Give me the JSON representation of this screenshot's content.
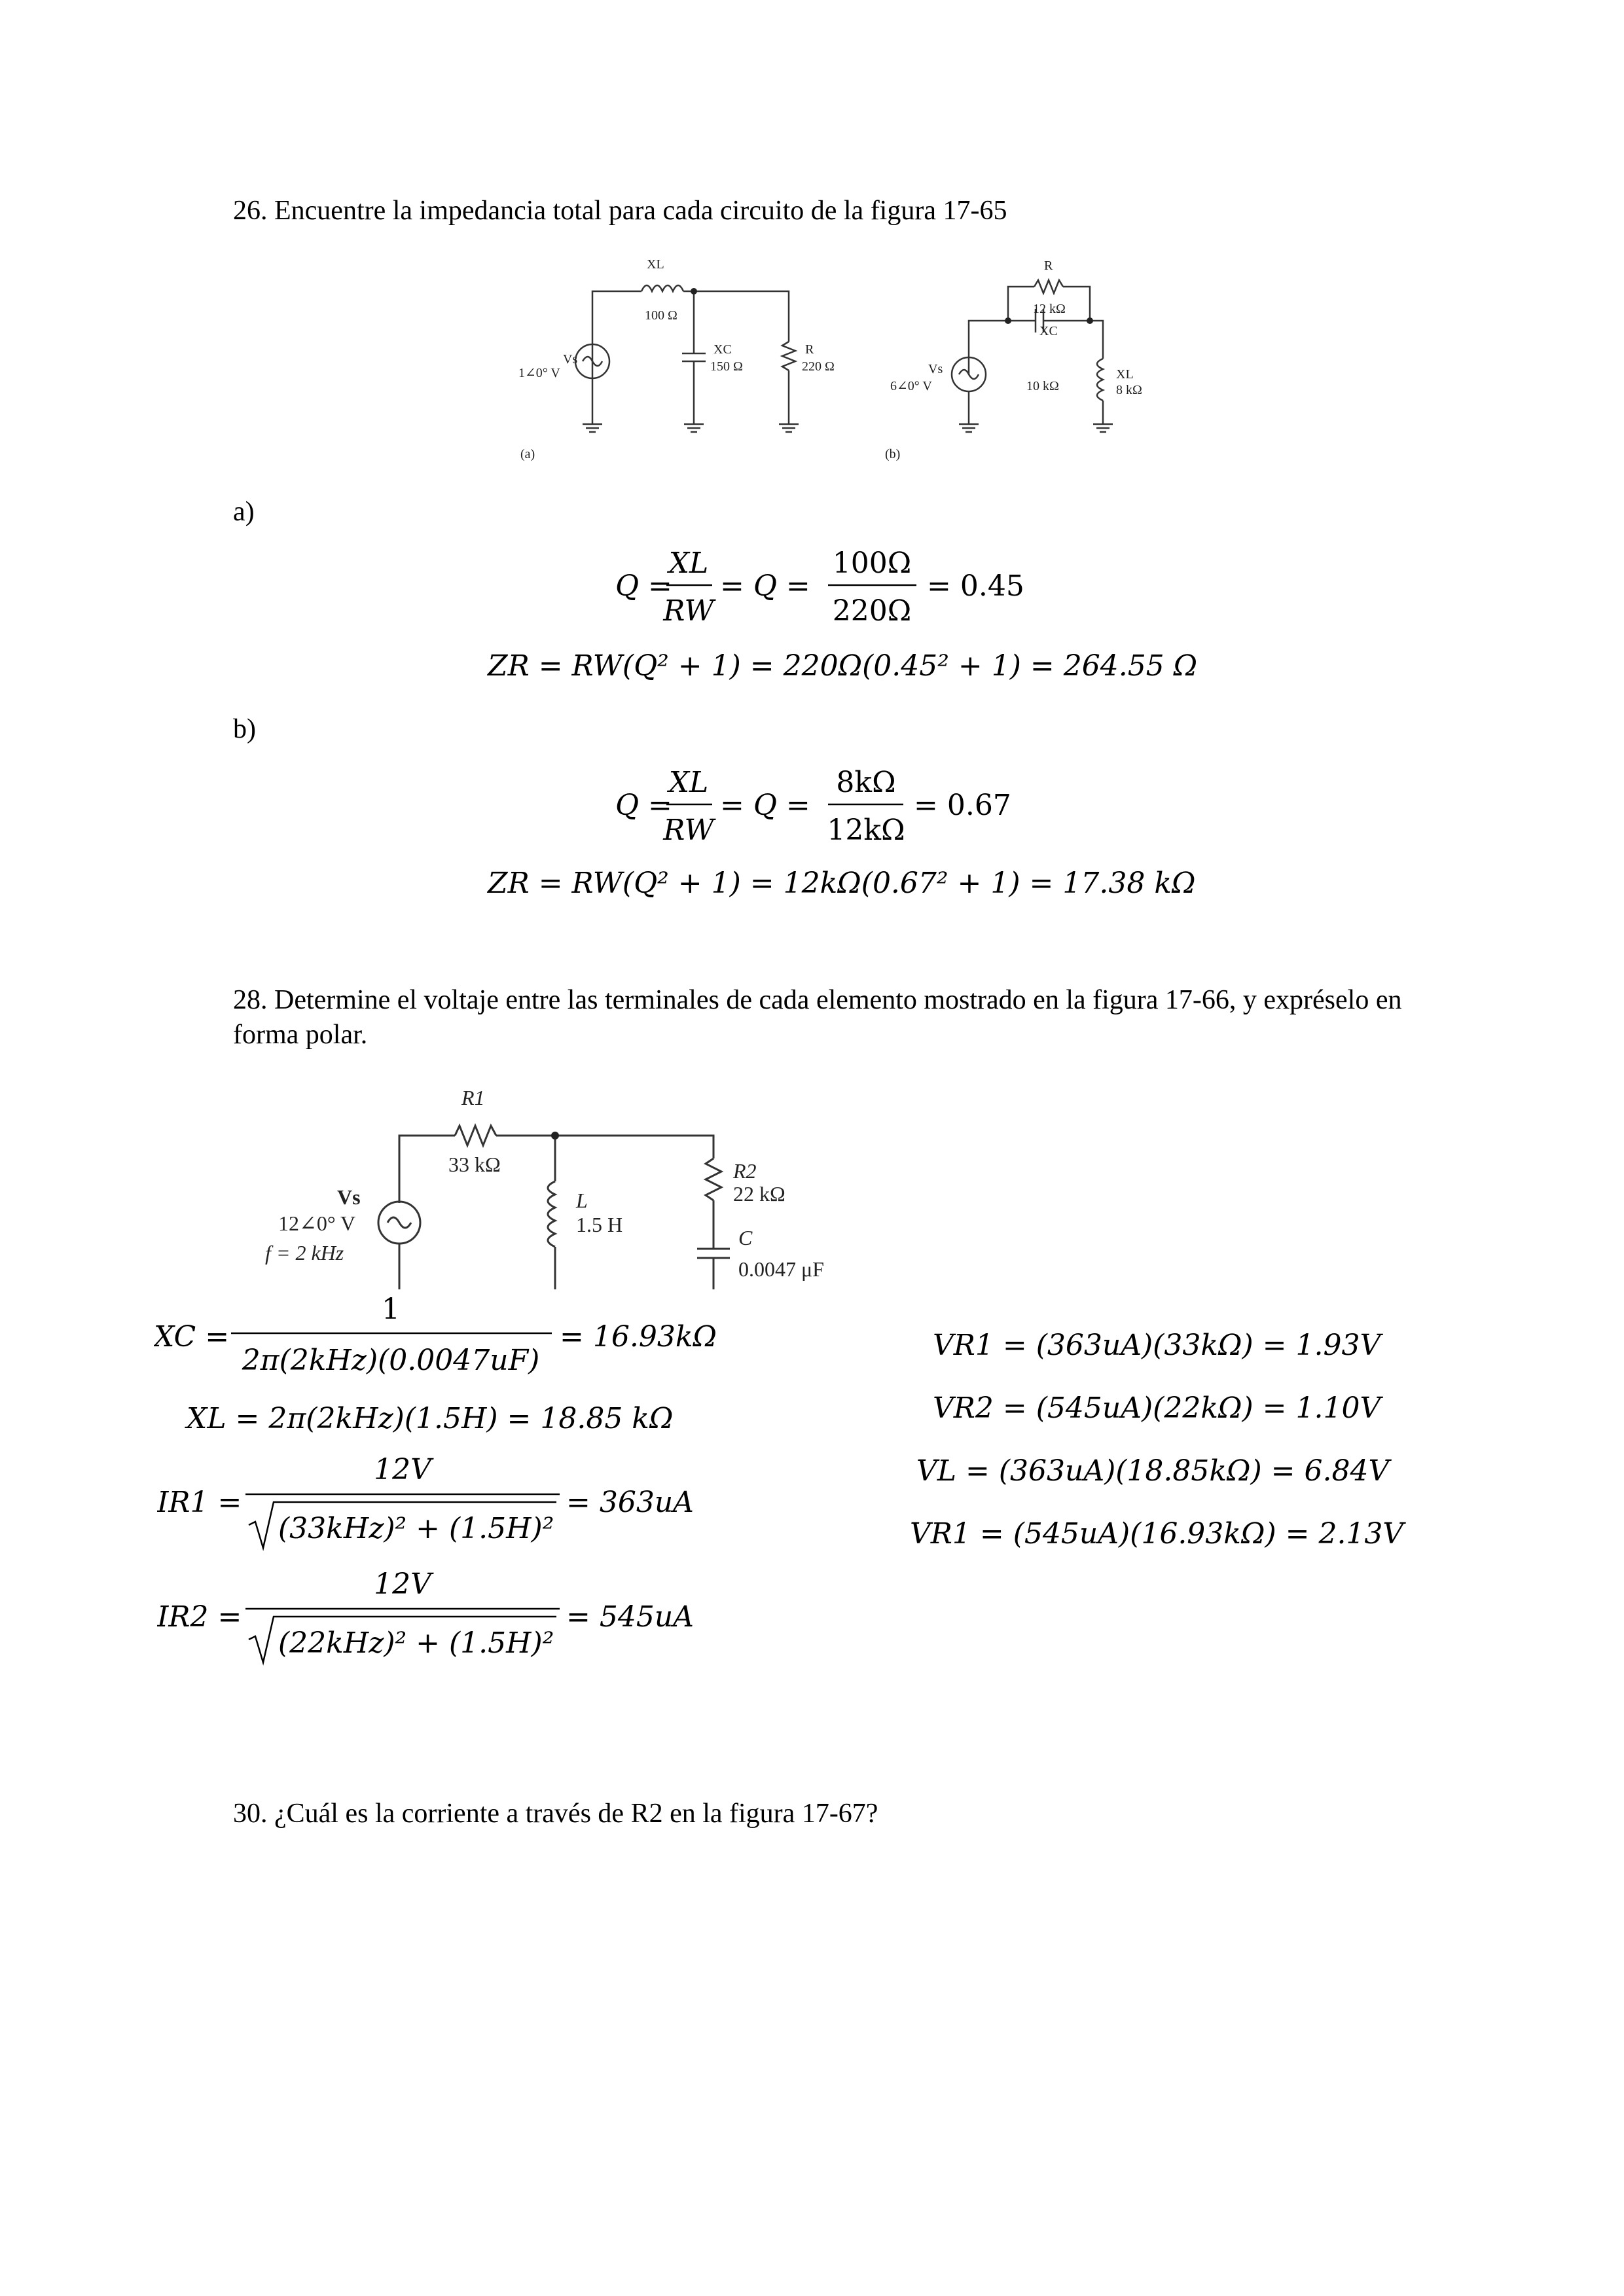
{
  "q26": {
    "text": "26. Encuentre la impedancia total para cada circuito de la figura 17-65",
    "fig_a": {
      "xl_label": "XL",
      "xl_value": "100 Ω",
      "xc_label": "XC",
      "xc_value": "150 Ω",
      "r_label": "R",
      "r_value": "220 Ω",
      "source_label": "Vs",
      "source_value": "1∠0° V",
      "caption": "(a)"
    },
    "fig_b": {
      "r_label": "R",
      "r_value": "12 kΩ",
      "xc_label": "XC",
      "xc_value": "10 kΩ",
      "xl_label": "XL",
      "xl_value": "8 kΩ",
      "source_label": "Vs",
      "source_value": "6∠0° V",
      "caption": "(b)"
    },
    "part_a": "a)",
    "part_b": "b)",
    "a_q": {
      "lhs": "Q =",
      "frac1_num": "XL",
      "frac1_den": "RW",
      "mid": "= Q =",
      "frac2_num": "100Ω",
      "frac2_den": "220Ω",
      "result": "= 0.45"
    },
    "a_z": "ZR = RW(Q² + 1) = 220Ω(0.45² + 1) = 264.55 Ω",
    "b_q": {
      "lhs": "Q =",
      "frac1_num": "XL",
      "frac1_den": "RW",
      "mid": "= Q =",
      "frac2_num": "8kΩ",
      "frac2_den": "12kΩ",
      "result": "= 0.67"
    },
    "b_z": "ZR = RW(Q² + 1) = 12kΩ(0.67² + 1) = 17.38 kΩ"
  },
  "q28": {
    "text": "28. Determine el voltaje entre las terminales de cada elemento mostrado en la figura 17-66, y expréselo en forma polar.",
    "fig": {
      "r1_label": "R1",
      "r1_value": "33 kΩ",
      "l_label": "L",
      "l_value": "1.5 H",
      "r2_label": "R2",
      "r2_value": "22 kΩ",
      "c_label": "C",
      "c_value": "0.0047 μF",
      "source_label": "Vs",
      "source_value": "12∠0° V",
      "freq": "f = 2 kHz"
    },
    "xc": {
      "lhs": "XC =",
      "num": "1",
      "den": "2π(2kHz)(0.0047uF)",
      "result": "= 16.93kΩ"
    },
    "xl": "XL = 2π(2kHz)(1.5H) = 18.85 kΩ",
    "ir1": {
      "lhs": "IR1 =",
      "num": "12V",
      "den": "(33kHz)² + (1.5H)²",
      "result": "= 363uA"
    },
    "ir2": {
      "lhs": "IR2 =",
      "num": "12V",
      "den": "(22kHz)² + (1.5H)²",
      "result": "= 545uA"
    },
    "v_lines": [
      "VR1 = (363uA)(33kΩ) = 1.93V",
      "VR2 = (545uA)(22kΩ) = 1.10V",
      "VL = (363uA)(18.85kΩ) = 6.84V",
      "VR1 = (545uA)(16.93kΩ) = 2.13V"
    ]
  },
  "q30": {
    "text": "30. ¿Cuál es la corriente a través de R2 en la figura 17-67?"
  }
}
